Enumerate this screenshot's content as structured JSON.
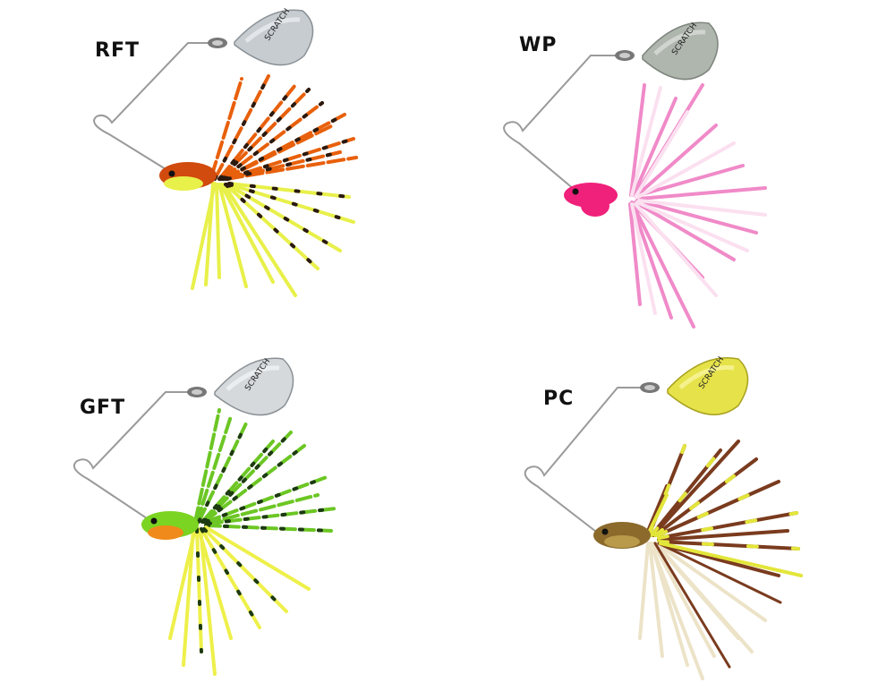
{
  "lures": [
    {
      "code": "RFT",
      "blade_text": "SCRATCH",
      "colors": {
        "head": "#d14a0e",
        "skirt_a": "#e8600c",
        "skirt_b": "#e8f04a",
        "stripe": "#2a1a10",
        "blade": "#c7ccd0"
      }
    },
    {
      "code": "WP",
      "blade_text": "SCRATCH",
      "colors": {
        "head": "#f0217a",
        "skirt_a": "#f08ac8",
        "skirt_b": "#fbe0f0",
        "stripe": "#f08ac8",
        "blade": "#aeb6ad"
      }
    },
    {
      "code": "GFT",
      "blade_text": "SCRATCH",
      "colors": {
        "head": "#7bd421",
        "skirt_a": "#6cc624",
        "skirt_b": "#eef04a",
        "stripe": "#1d3a12",
        "blade": "#d6d9dc"
      }
    },
    {
      "code": "PC",
      "blade_text": "SCRATCH",
      "colors": {
        "head": "#8b6a2c",
        "skirt_a": "#7a3b1e",
        "skirt_b": "#ece3c8",
        "stripe": "#e3e63a",
        "blade": "#e6e24a"
      }
    }
  ]
}
